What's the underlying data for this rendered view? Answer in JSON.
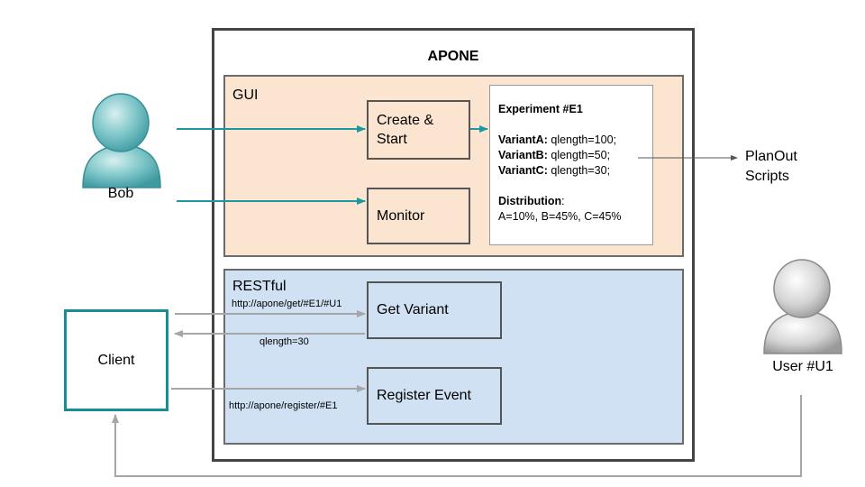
{
  "title": "APONE",
  "gui": {
    "label": "GUI",
    "create_start": [
      "Create &",
      "Start"
    ],
    "monitor": "Monitor"
  },
  "experiment": {
    "title": "Experiment #E1",
    "variants": [
      {
        "key": "VariantA:",
        "value": " qlength=100;"
      },
      {
        "key": "VariantB:",
        "value": " qlength=50;"
      },
      {
        "key": "VariantC:",
        "value": " qlength=30;"
      }
    ],
    "distribution_key": "Distribution",
    "distribution_colon": ":",
    "distribution_value": "A=10%, B=45%, C=45%"
  },
  "planout": [
    "PlanOut",
    "Scripts"
  ],
  "restful": {
    "label": "RESTful",
    "get_variant": "Get Variant",
    "register_event": "Register Event",
    "get_url": "http://apone/get/#E1/#U1",
    "response": "qlength=30",
    "register_url": "http://apone/register/#E1"
  },
  "client": "Client",
  "bob": "Bob",
  "user": "User #U1",
  "colors": {
    "teal": "#1a9aa0",
    "grey_arrow": "#a6a6a6",
    "gui_fill": "#fbe5d1",
    "rest_fill": "#cfe1f3"
  }
}
